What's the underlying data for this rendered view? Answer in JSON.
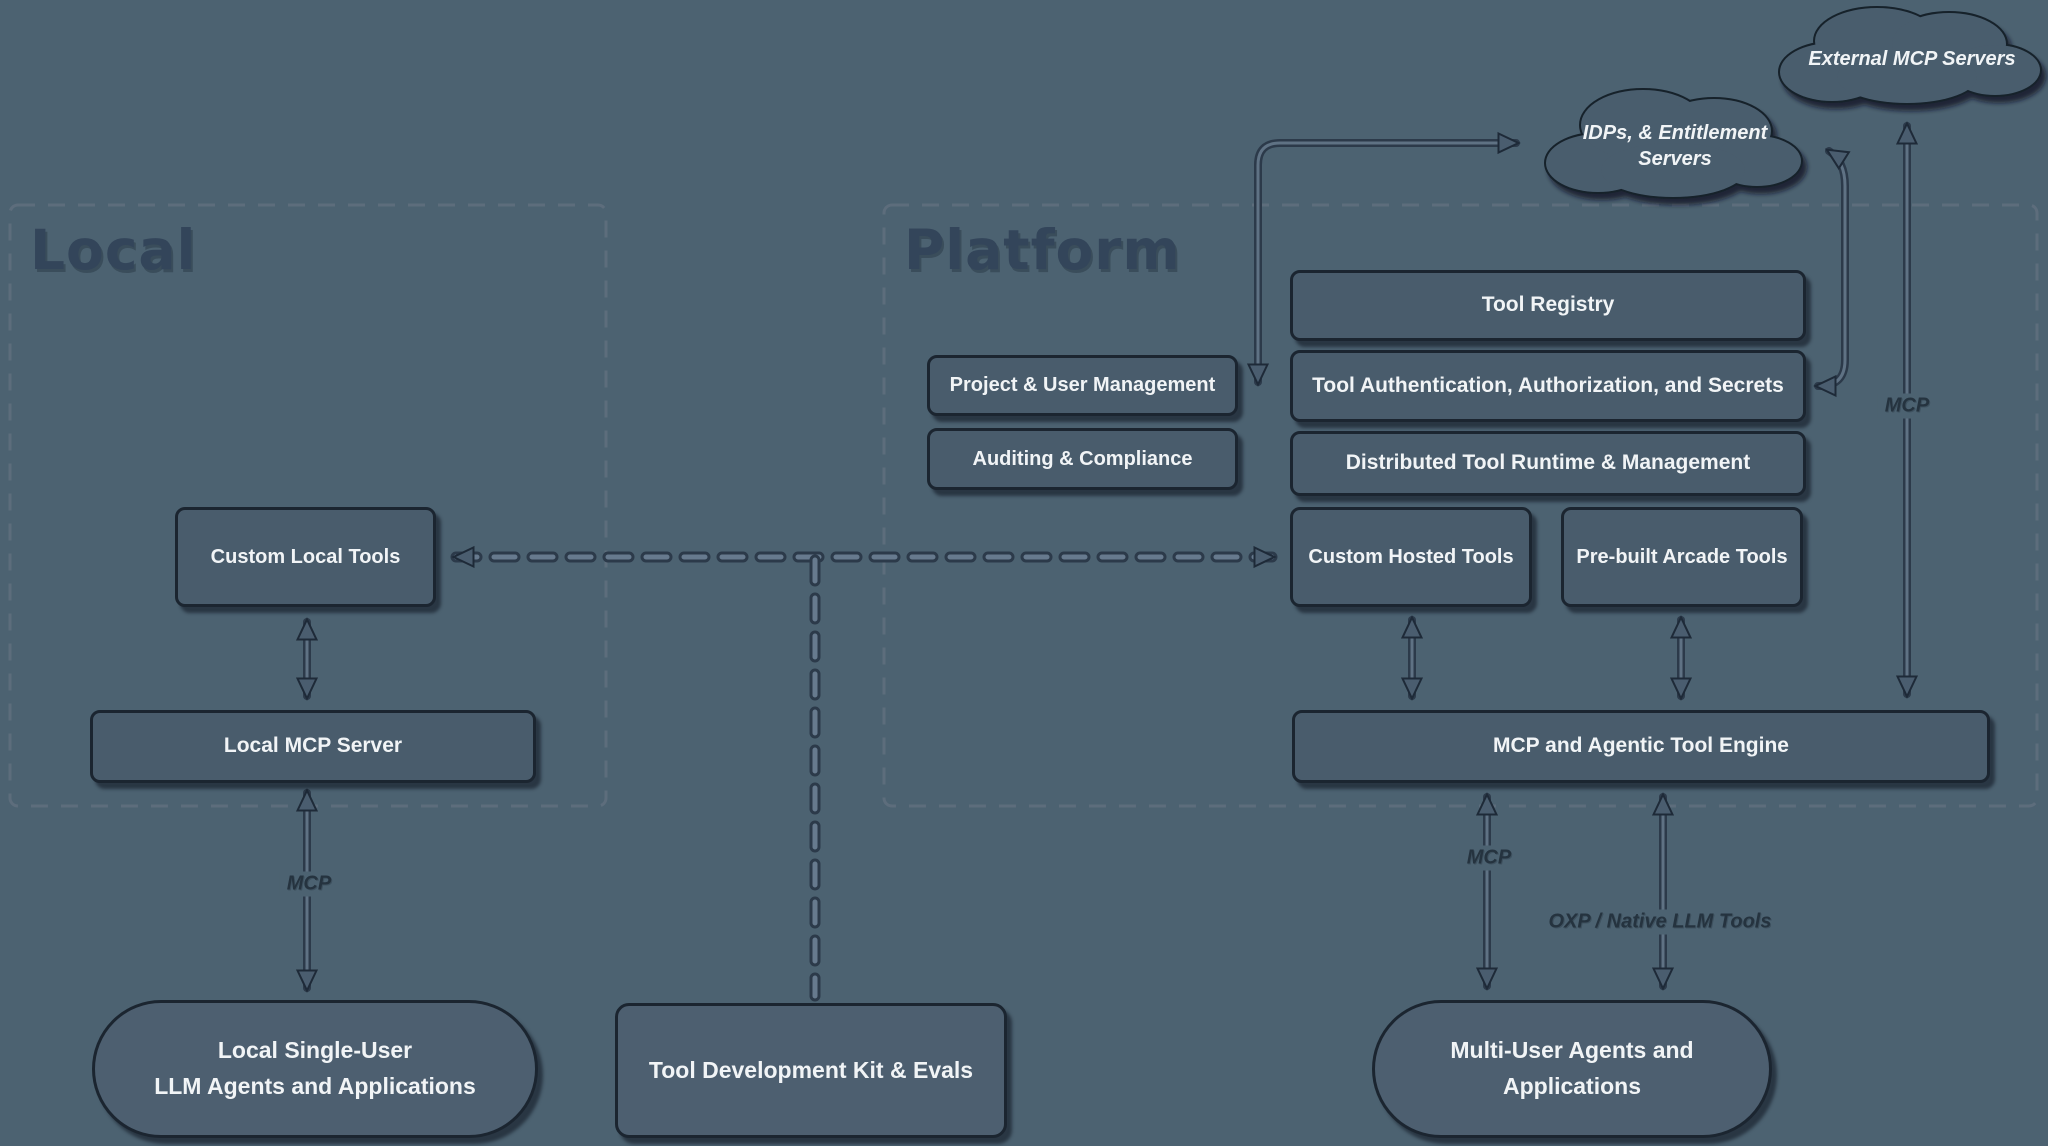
{
  "canvas": {
    "background": "#4C6271",
    "colors": {
      "node_fill": "#495C6C",
      "node_fill_light": "#4D5F70",
      "node_border": "#1B2530",
      "node_text": "#F1F4F6",
      "container_title": "#33455A",
      "dashed_border": "#5D6D7C",
      "arrow_dark": "#2C3A4A",
      "arrow_light": "#5F7284",
      "edge_label_text": "#25333F"
    }
  },
  "containers": {
    "local": {
      "title": "Local"
    },
    "platform": {
      "title": "Platform"
    }
  },
  "clouds": {
    "external_mcp": {
      "label": "External MCP Servers"
    },
    "idps": {
      "line1": "IDPs, & Entitlement",
      "line2": "Servers"
    }
  },
  "nodes": {
    "custom_local_tools": {
      "label": "Custom Local Tools"
    },
    "local_mcp_server": {
      "label": "Local MCP Server"
    },
    "local_single_user": {
      "line1": "Local Single-User",
      "line2": "LLM Agents and Applications"
    },
    "tool_dev_kit": {
      "label": "Tool Development Kit & Evals"
    },
    "project_user_mgmt": {
      "label": "Project & User Management"
    },
    "auditing_compliance": {
      "label": "Auditing & Compliance"
    },
    "tool_registry": {
      "label": "Tool Registry"
    },
    "tool_auth": {
      "label": "Tool Authentication, Authorization, and Secrets"
    },
    "distributed_runtime": {
      "label": "Distributed Tool Runtime & Management"
    },
    "custom_hosted_tools": {
      "label": "Custom Hosted Tools"
    },
    "prebuilt_arcade_tools": {
      "label": "Pre-built Arcade Tools"
    },
    "mcp_engine": {
      "label": "MCP and Agentic Tool Engine"
    },
    "multi_user": {
      "line1": "Multi-User Agents and",
      "line2": "Applications"
    }
  },
  "edge_labels": {
    "local_mcp": {
      "label": "MCP"
    },
    "engine_mcp": {
      "label": "MCP"
    },
    "external_mcp": {
      "label": "MCP"
    },
    "oxp": {
      "label": "OXP / Native LLM Tools"
    }
  }
}
